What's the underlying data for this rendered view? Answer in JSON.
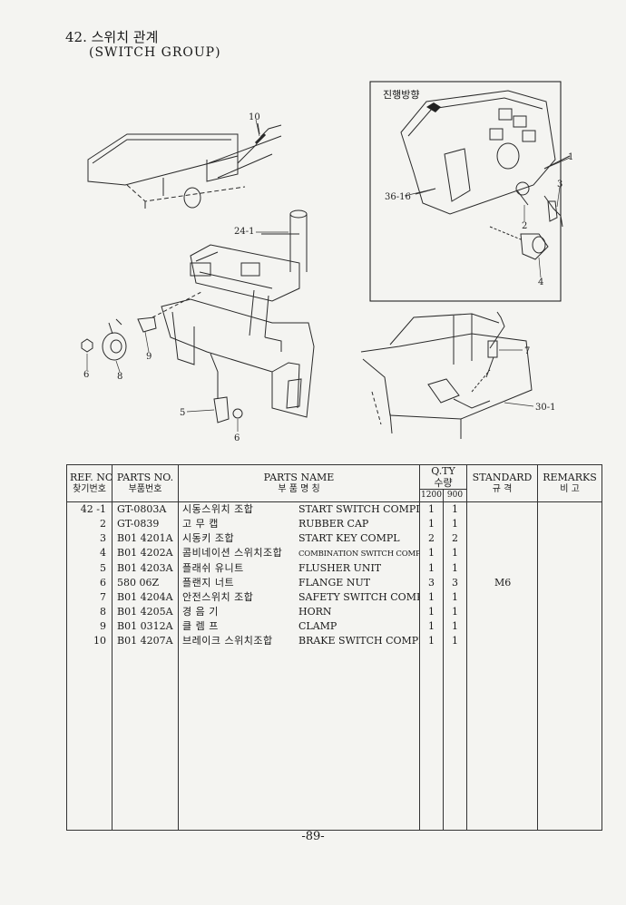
{
  "header": {
    "title_kr": "42. 스위치 관계",
    "title_en": "(SWITCH GROUP)"
  },
  "diagram": {
    "inset_title": "진행방향",
    "callouts": [
      "10",
      "24-1",
      "36-16",
      "1",
      "3",
      "2",
      "4",
      "9",
      "6",
      "8",
      "5",
      "6",
      "7",
      "30-1"
    ]
  },
  "table": {
    "headers": {
      "ref_no_en": "REF. NO",
      "ref_no_kr": "찾기번호",
      "parts_no_en": "PARTS NO.",
      "parts_no_kr": "부품번호",
      "parts_name_en": "PARTS NAME",
      "parts_name_kr": "부 품 명 칭",
      "qty_en": "Q.TY",
      "qty_kr": "수량",
      "qty_col1": "1200",
      "qty_col2": "900",
      "standard_en": "STANDARD",
      "standard_kr": "규 격",
      "remarks_en": "REMARKS",
      "remarks_kr": "비 고"
    },
    "rows": [
      {
        "ref": "42 -1",
        "part_no": "GT-0803A",
        "name_kr": "시동스위치 조합",
        "name_en": "START SWITCH COMPL",
        "qty1": "1",
        "qty2": "1",
        "standard": "",
        "remarks": ""
      },
      {
        "ref": "2",
        "part_no": "GT-0839",
        "name_kr": "고 무 캡",
        "name_en": "RUBBER CAP",
        "qty1": "1",
        "qty2": "1",
        "standard": "",
        "remarks": ""
      },
      {
        "ref": "3",
        "part_no": "B01 4201A",
        "name_kr": "시동키 조합",
        "name_en": "START KEY COMPL",
        "qty1": "2",
        "qty2": "2",
        "standard": "",
        "remarks": ""
      },
      {
        "ref": "4",
        "part_no": "B01 4202A",
        "name_kr": "콤비네이션 스위치조합",
        "name_en": "COMBINATION SWITCH COMPL",
        "qty1": "1",
        "qty2": "1",
        "standard": "",
        "remarks": ""
      },
      {
        "ref": "5",
        "part_no": "B01 4203A",
        "name_kr": "플래쉬 유니트",
        "name_en": "FLUSHER UNIT",
        "qty1": "1",
        "qty2": "1",
        "standard": "",
        "remarks": ""
      },
      {
        "ref": "6",
        "part_no": "580 06Z",
        "name_kr": "플랜지 너트",
        "name_en": "FLANGE NUT",
        "qty1": "3",
        "qty2": "3",
        "standard": "M6",
        "remarks": ""
      },
      {
        "ref": "7",
        "part_no": "B01 4204A",
        "name_kr": "안전스위치 조합",
        "name_en": "SAFETY SWITCH COMPL",
        "qty1": "1",
        "qty2": "1",
        "standard": "",
        "remarks": ""
      },
      {
        "ref": "8",
        "part_no": "B01 4205A",
        "name_kr": "경 음 기",
        "name_en": "HORN",
        "qty1": "1",
        "qty2": "1",
        "standard": "",
        "remarks": ""
      },
      {
        "ref": "9",
        "part_no": "B01 0312A",
        "name_kr": "클 렘 프",
        "name_en": "CLAMP",
        "qty1": "1",
        "qty2": "1",
        "standard": "",
        "remarks": ""
      },
      {
        "ref": "10",
        "part_no": "B01 4207A",
        "name_kr": "브레이크 스위치조합",
        "name_en": "BRAKE SWITCH COMPL",
        "qty1": "1",
        "qty2": "1",
        "standard": "",
        "remarks": ""
      }
    ]
  },
  "footer": {
    "page_number": "-89-"
  }
}
